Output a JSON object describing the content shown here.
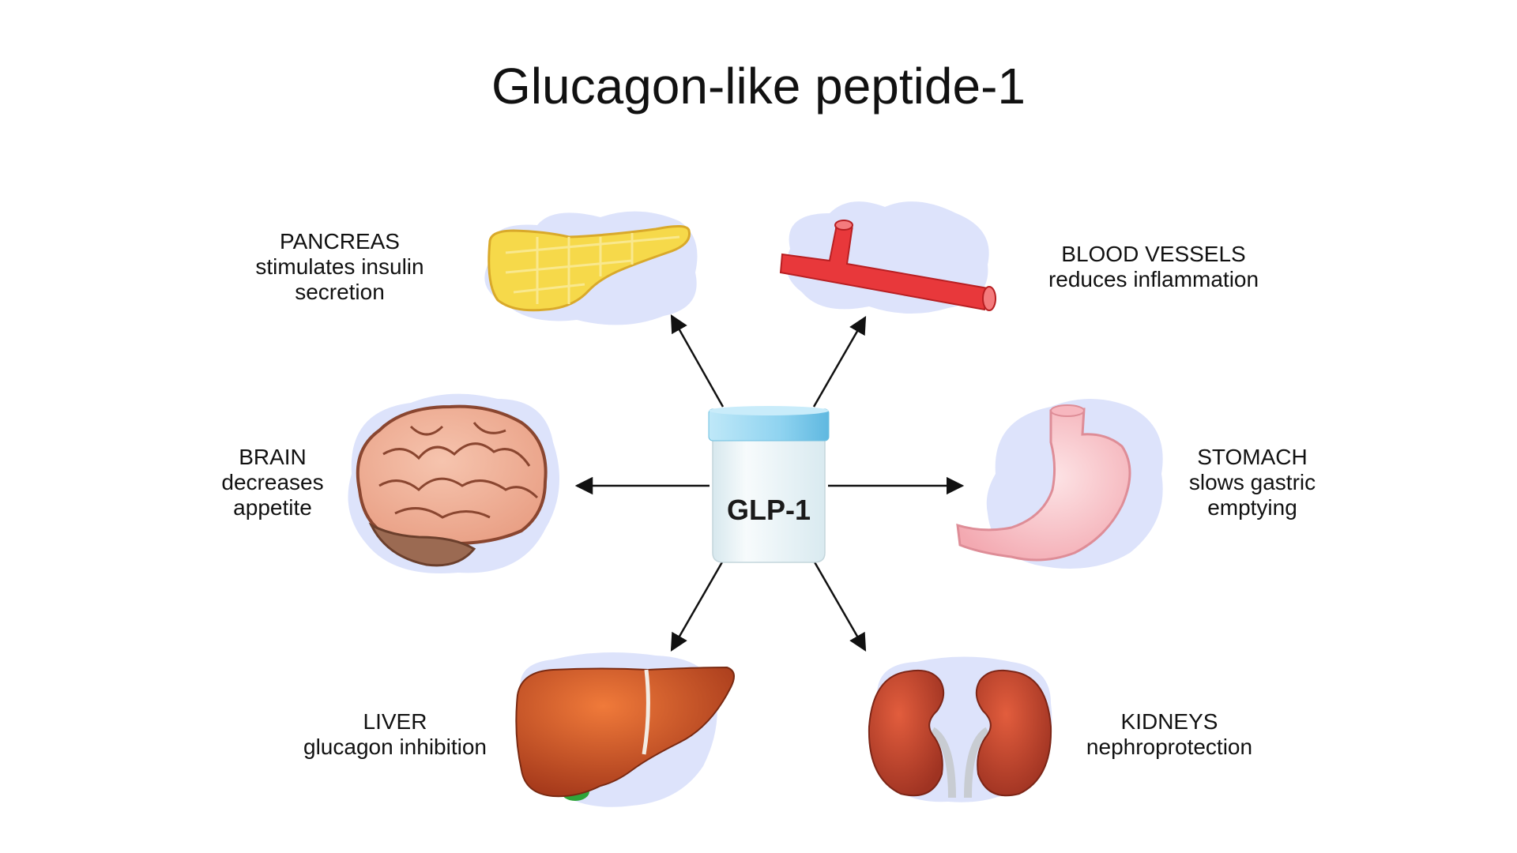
{
  "title": "Glucagon-like peptide-1",
  "center": {
    "label": "GLP-1"
  },
  "organs": [
    {
      "id": "pancreas",
      "title": "PANCREAS",
      "desc_line1": "stimulates insulin",
      "desc_line2": "secretion",
      "icon": "pancreas-icon"
    },
    {
      "id": "blood-vessels",
      "title": "BLOOD VESSELS",
      "desc_line1": "reduces inflammation",
      "desc_line2": "",
      "icon": "blood-vessel-icon"
    },
    {
      "id": "brain",
      "title": "BRAIN",
      "desc_line1": "decreases",
      "desc_line2": "appetite",
      "icon": "brain-icon"
    },
    {
      "id": "stomach",
      "title": "STOMACH",
      "desc_line1": "slows gastric",
      "desc_line2": "emptying",
      "icon": "stomach-icon"
    },
    {
      "id": "liver",
      "title": "LIVER",
      "desc_line1": "glucagon inhibition",
      "desc_line2": "",
      "icon": "liver-icon"
    },
    {
      "id": "kidneys",
      "title": "KIDNEYS",
      "desc_line1": "nephroprotection",
      "desc_line2": "",
      "icon": "kidneys-icon"
    }
  ],
  "colors": {
    "cloud": "#dde3fb",
    "jar_cap": "#8fd3f0",
    "jar_body": "#e9f3f6",
    "pancreas": "#f6d94a",
    "vessel": "#e8383b",
    "brain": "#f1b49a",
    "stomach": "#f8c6cb",
    "liver": "#b8431e",
    "kidney": "#b5402a",
    "arrow": "#111111"
  }
}
